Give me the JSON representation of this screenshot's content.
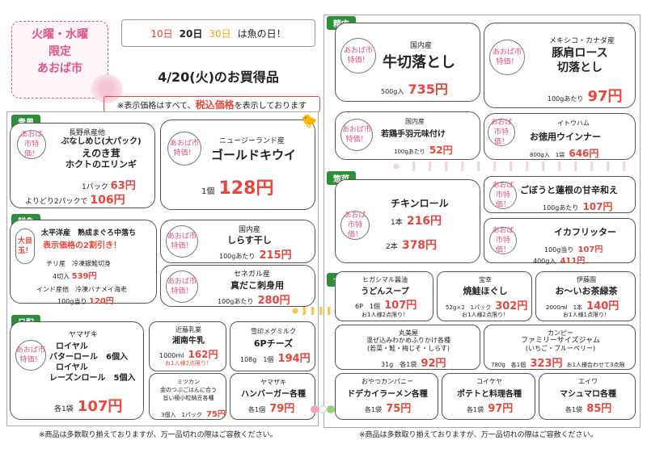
{
  "header": {
    "market_line1": "火曜・水曜",
    "market_line2": "限定",
    "market_line3": "あおば市",
    "fish_day_10": "10日",
    "fish_day_20": "20日",
    "fish_day_30": "30日",
    "fish_day_suffix": "は魚の日！",
    "date_title": "4/20(火)のお買得品",
    "tax_notice_prefix": "※表示価格はすべて、",
    "tax_notice_em": "税込価格",
    "tax_notice_suffix": "を表示しております"
  },
  "special": "あおば市特価！",
  "sections": {
    "produce": "青果",
    "fish": "鮮魚",
    "bakery": "日配",
    "meat": "精肉",
    "deli": "惣菜",
    "grocery": "食品"
  },
  "produce": {
    "item1_origin": "長野県産他",
    "item1_line1": "ぶなしめじ(大パック)",
    "item1_line2": "えのき茸",
    "item1_line3": "ホクトのエリンギ",
    "item1_qty": "1パック",
    "item1_price": "63円",
    "item1_bulk": "よりどり2パックで",
    "item1_bulk_price": "106円",
    "item2_origin": "ニュージーランド産",
    "item2_name": "ゴールドキウイ",
    "item2_qty": "1個",
    "item2_price": "128円"
  },
  "fish": {
    "badge": "大目玉！",
    "main_line1": "太平洋産　熟成まぐろ中落ち",
    "main_line2": "表示価格の2割引き！",
    "sub1_name": "チリ産　冷凍銀鮭切身",
    "sub1_qty": "4切入",
    "sub1_price": "539円",
    "sub2_name": "インド産他　冷凍バナメイ海老",
    "sub2_qty": "100g当り",
    "sub2_price": "120円",
    "item2_origin": "国内産",
    "item2_name": "しらす干し",
    "item2_qty": "100gあたり",
    "item2_price": "215円",
    "item3_origin": "セネガル産",
    "item3_name": "真だこ刺身用",
    "item3_qty": "100gあたり",
    "item3_price": "280円"
  },
  "bakery": {
    "item1_maker": "ヤマザキ",
    "item1_line1": "ロイヤル",
    "item1_line2": "バターロール　6個入",
    "item1_line3": "ロイヤル",
    "item1_line4": "レーズンロール　5個入",
    "item1_qty": "各1袋",
    "item1_price": "107円",
    "item2_maker": "近藤乳業",
    "item2_name": "湘南牛乳",
    "item2_qty": "1000ml",
    "item2_price": "162円",
    "item2_limit": "お1人様2点限り！",
    "item3_maker": "雪印メグミルク",
    "item3_name": "6Pチーズ",
    "item3_qty": "108g　1個",
    "item3_price": "194円",
    "item4_maker": "ミツカン",
    "item4_line1": "金のつぶごはんに合う",
    "item4_line2": "旨い極小粒納豆各種",
    "item4_qty": "3個入　1パック",
    "item4_price": "75円",
    "item5_maker": "ヤマザキ",
    "item5_name": "ハンバーガー各種",
    "item5_qty": "各1個",
    "item5_price": "79円"
  },
  "meat": {
    "item1_origin": "国内産",
    "item1_name": "牛切落とし",
    "item1_qty": "500g入",
    "item1_price": "735円",
    "item2_origin": "メキシコ・カナダ産",
    "item2_line1": "豚肩ロース",
    "item2_line2": "切落とし",
    "item2_qty": "100gあたり",
    "item2_price": "97円",
    "item3_origin": "国内産",
    "item3_name": "若鶏手羽元味付け",
    "item3_qty": "100gあたり",
    "item3_price": "52円",
    "item4_maker": "イトウハム",
    "item4_name": "お徳用ウインナー",
    "item4_qty": "800g入　1袋",
    "item4_price": "646円"
  },
  "deli": {
    "item1_name": "チキンロール",
    "item1_qty1": "1本",
    "item1_price1": "216円",
    "item1_qty2": "2本",
    "item1_price2": "378円",
    "item2_name": "ごぼうと蓮根の甘辛和え",
    "item2_qty": "100gあたり",
    "item2_price": "107円",
    "item3_name": "イカフリッター",
    "item3_qty1": "100g当り",
    "item3_price1": "107円",
    "item3_qty2": "400g入",
    "item3_price2": "411円"
  },
  "grocery": {
    "item1_maker": "ヒガシマル醤油",
    "item1_name": "うどんスープ",
    "item1_qty": "6P　1個",
    "item1_price": "107円",
    "item1_limit": "お1人様2点限り！",
    "item2_maker": "宝幸",
    "item2_name": "焼鮭ほぐし",
    "item2_qty": "52g×2　1パック",
    "item2_price": "302円",
    "item2_limit": "お1人様2点限り！",
    "item3_maker": "伊藤園",
    "item3_name": "お～いお茶緑茶",
    "item3_qty": "2000ml　1本",
    "item3_price": "140円",
    "item3_limit": "お1人様1点限り！",
    "item4_maker": "丸美屋",
    "item4_line1": "混ぜ込みわかめふりかけ各種",
    "item4_line2": "(若菜・鮭・梅じそ・しらす)",
    "item4_qty": "31g　各1袋",
    "item4_price": "92円",
    "item5_maker": "カンピー",
    "item5_line1": "ファミリーサイズジャム",
    "item5_line2": "(いちご・ブルーベリー)",
    "item5_qty": "780g　各1個",
    "item5_price": "323円",
    "item5_limit": "お1人様合わせて3点限り！",
    "item6_maker": "おやつカンパニー",
    "item6_name": "ドデカイラーメン各種",
    "item6_qty": "各1袋",
    "item6_price": "75円",
    "item7_maker": "コイケヤ",
    "item7_name": "ポテトと料理各種",
    "item7_qty": "各1袋",
    "item7_price": "97円",
    "item8_maker": "エイワ",
    "item8_name": "マシュマロ各種",
    "item8_qty": "各1袋",
    "item8_price": "85円"
  },
  "footer": {
    "left": "※商品は多数取り揃えておりますが、万一品切れの際はご容赦ください。",
    "right": "※商品は多数取り揃えておりますが、万一品切れの際はご容赦ください。"
  }
}
